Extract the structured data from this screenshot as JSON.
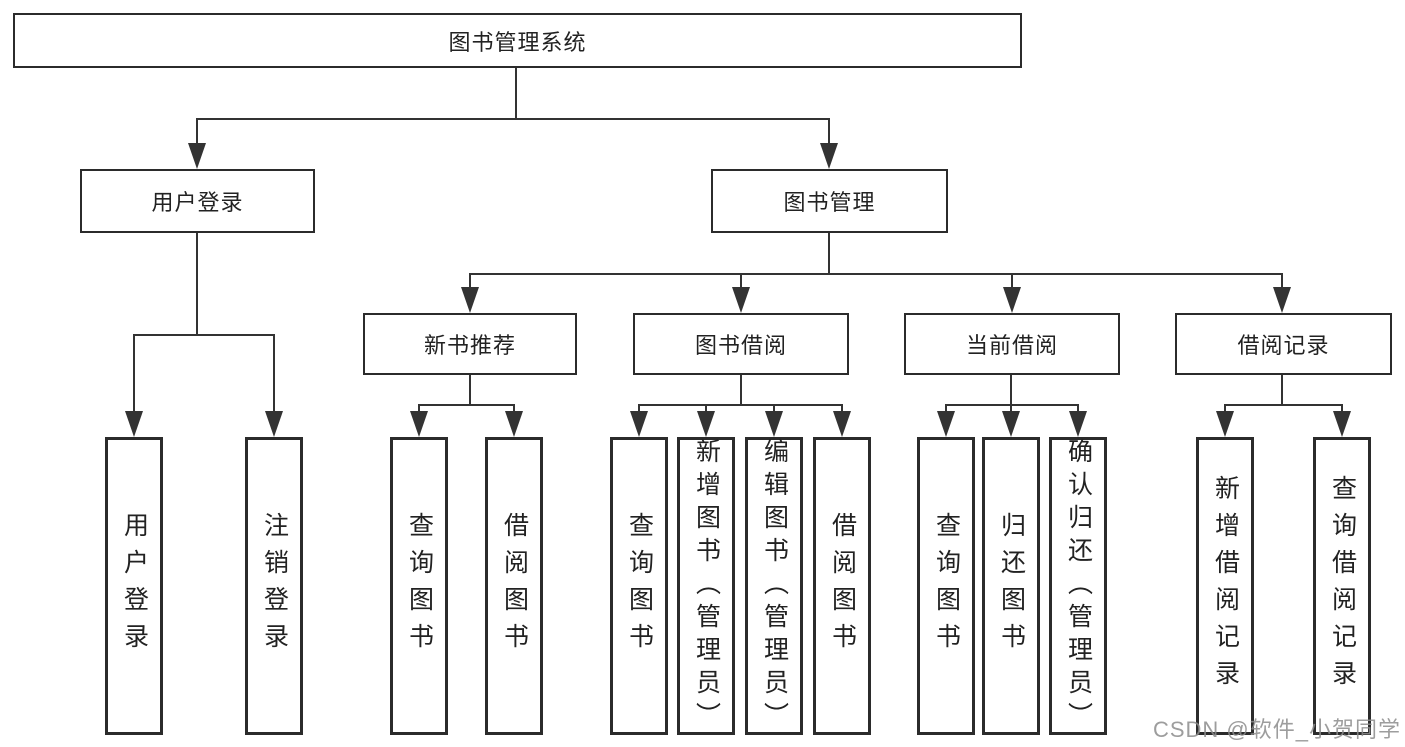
{
  "colors": {
    "line": "#333333",
    "box_border": "#2b2b2b",
    "box_background": "#ffffff",
    "text": "#222222",
    "watermark": "#8c8c8c",
    "page_background": "#ffffff"
  },
  "diagram": {
    "root": {
      "label": "图书管理系统"
    },
    "branches": [
      {
        "label": "用户登录",
        "children": [
          {
            "label": "用户登录"
          },
          {
            "label": "注销登录"
          }
        ]
      },
      {
        "label": "图书管理",
        "children": [
          {
            "label": "新书推荐",
            "children": [
              {
                "label": "查询图书"
              },
              {
                "label": "借阅图书"
              }
            ]
          },
          {
            "label": "图书借阅",
            "children": [
              {
                "label": "查询图书"
              },
              {
                "label": "新增图书（管理员）"
              },
              {
                "label": "编辑图书（管理员）"
              },
              {
                "label": "借阅图书"
              }
            ]
          },
          {
            "label": "当前借阅",
            "children": [
              {
                "label": "查询图书"
              },
              {
                "label": "归还图书"
              },
              {
                "label": "确认归还（管理员）"
              }
            ]
          },
          {
            "label": "借阅记录",
            "children": [
              {
                "label": "新增借阅记录"
              },
              {
                "label": "查询借阅记录"
              }
            ]
          }
        ]
      }
    ]
  },
  "watermark": {
    "text": "CSDN @软件_小贺同学"
  }
}
